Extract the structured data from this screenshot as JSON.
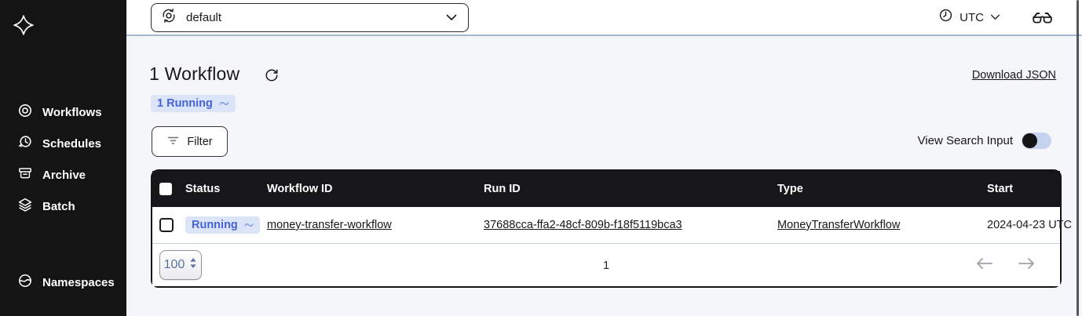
{
  "sidebar": {
    "logo_icon": "temporal-logo-icon",
    "items": [
      {
        "label": "Workflows",
        "icon": "workflows-icon"
      },
      {
        "label": "Schedules",
        "icon": "schedules-icon"
      },
      {
        "label": "Archive",
        "icon": "archive-icon"
      },
      {
        "label": "Batch",
        "icon": "batch-icon"
      }
    ],
    "bottom_items": [
      {
        "label": "Namespaces",
        "icon": "namespaces-icon"
      }
    ]
  },
  "topbar": {
    "namespace_select": {
      "value": "default",
      "icon": "namespace-switcher-icon",
      "chevron_icon": "chevron-down-icon"
    },
    "timezone": {
      "label": "UTC",
      "icon": "clock-icon",
      "chevron_icon": "chevron-down-icon"
    },
    "labs_button_icon": "glasses-icon"
  },
  "main": {
    "title": "1 Workflow",
    "refresh_icon": "refresh-icon",
    "status_summary_badge": {
      "label": "1 Running",
      "icon": "pulse-icon"
    },
    "filter_button": {
      "label": "Filter",
      "icon": "filter-lines-icon"
    },
    "view_search_input_label": "View Search Input",
    "view_search_input_toggle_state": "off",
    "download_json_link": "Download JSON"
  },
  "table": {
    "columns": [
      "Status",
      "Workflow ID",
      "Run ID",
      "Type",
      "Start"
    ],
    "rows": [
      {
        "status": "Running",
        "status_icon": "pulse-icon",
        "workflow_id": "money-transfer-workflow",
        "run_id": "37688cca-ffa2-48cf-809b-f18f5119bca3",
        "type": "MoneyTransferWorkflow",
        "start": "2024-04-23 UTC"
      }
    ],
    "pagination": {
      "page_size": "100",
      "current_page": "1",
      "prev_icon": "arrow-left-icon",
      "next_icon": "arrow-right-icon"
    }
  },
  "colors": {
    "sidebar_bg": "#141414",
    "table_header_bg": "#17171a",
    "badge_bg": "#dce4f8",
    "badge_text": "#4464d8",
    "topbar_divider": "#a9b7ce",
    "content_bg": "#f5f6f9",
    "toggle_track": "#c6d3ef",
    "toggle_knob": "#141414",
    "pagination_text": "#5b719d"
  }
}
